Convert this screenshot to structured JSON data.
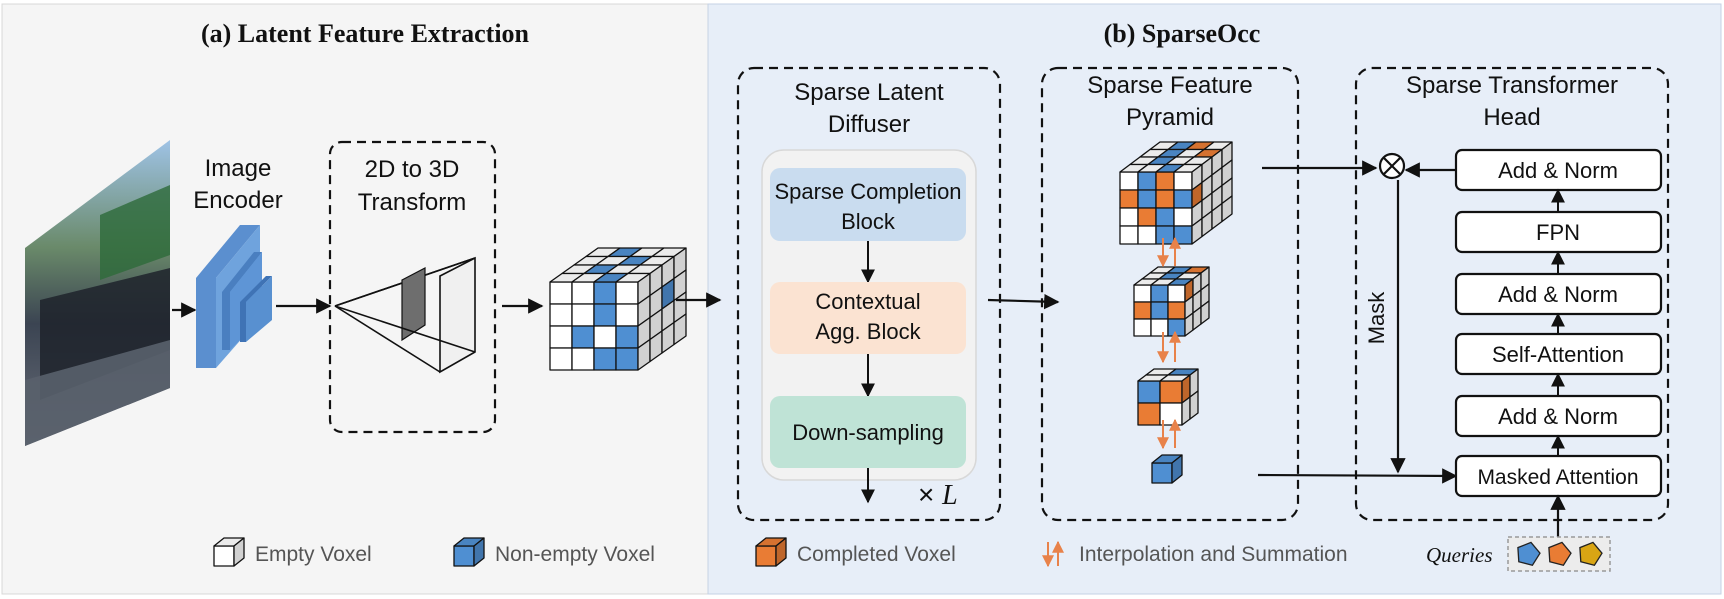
{
  "panel_a": {
    "title": "(a) Latent Feature Extraction"
  },
  "panel_b": {
    "title": "(b) SparseOcc"
  },
  "image_encoder": {
    "line1": "Image",
    "line2": "Encoder"
  },
  "transform_2d3d": {
    "line1": "2D to 3D",
    "line2": "Transform"
  },
  "diffuser": {
    "title_line1": "Sparse Latent",
    "title_line2": "Diffuser",
    "block1_line1": "Sparse Completion",
    "block1_line2": "Block",
    "block2_line1": "Contextual",
    "block2_line2": "Agg. Block",
    "block3": "Down-sampling",
    "repeat_symbol": "× ",
    "repeat_var": "L"
  },
  "pyramid": {
    "title_line1": "Sparse Feature",
    "title_line2": "Pyramid"
  },
  "head": {
    "title_line1": "Sparse Transformer",
    "title_line2": "Head",
    "blocks": [
      "Add & Norm",
      "FPN",
      "Add & Norm",
      "Self-Attention",
      "Add & Norm",
      "Masked Attention"
    ],
    "mask_label": "Mask",
    "multiply_symbol": "⊗"
  },
  "legend": {
    "empty": "Empty Voxel",
    "nonempty": "Non-empty Voxel",
    "completed": "Completed Voxel",
    "interp": "Interpolation and Summation",
    "queries": "Queries"
  },
  "colors": {
    "panel_a_bg": "#f5f5f5",
    "panel_b_bg": "#e7eef8",
    "voxel_blue": "#4f8fd2",
    "voxel_orange": "#e97c34",
    "block_blue": "#c9dcef",
    "block_peach": "#fbe3d2",
    "block_green": "#bfe3d6",
    "query_yellow": "#d9a514",
    "arrow_orange": "#e8824a"
  }
}
